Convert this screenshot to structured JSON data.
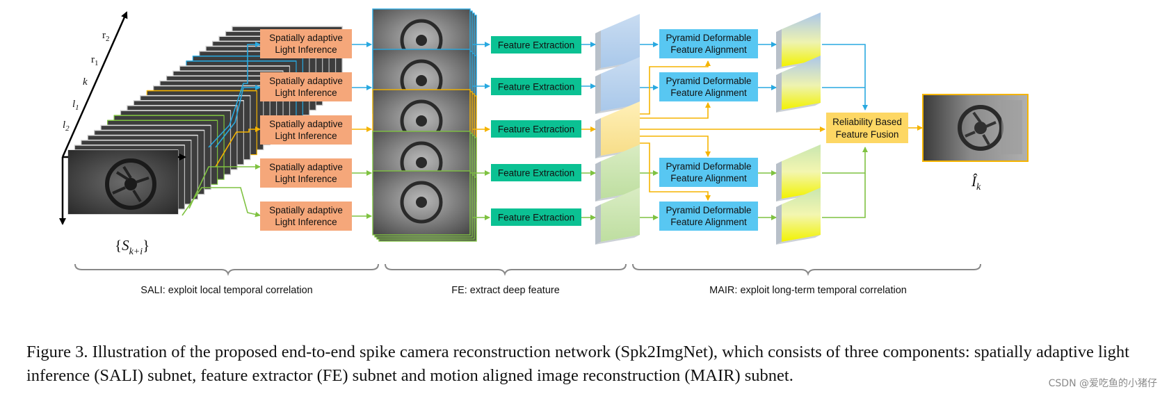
{
  "sali": {
    "label": "Spatially adaptive Light Inference"
  },
  "fe": {
    "label": "Feature Extraction"
  },
  "pdfa": {
    "label": "Pyramid Deformable Feature Alignment"
  },
  "fusion": {
    "label": "Reliability Based Feature Fusion"
  },
  "stack": {
    "tick_labels": [
      "r2",
      "r1",
      "k",
      "l1",
      "l2"
    ],
    "set_label": "{S_{k+i}}",
    "output_label": "Î_k"
  },
  "sections": [
    "SALI: exploit local temporal correlation",
    "FE: extract deep feature",
    "MAIR: exploit long-term temporal correlation"
  ],
  "caption": "Figure 3. Illustration of the proposed end-to-end spike camera reconstruction network (Spk2ImgNet), which consists of three components: spatially adaptive light inference (SALI) subnet, feature extractor (FE) subnet and motion aligned image reconstruction (MAIR) subnet.",
  "watermark": "CSDN @爱吃鱼的小猪仔",
  "colors": {
    "blue": "#29a9e0",
    "orange": "#f5b400",
    "green": "#7fc241",
    "sali_box": "#f5a77a",
    "fe_box": "#0bc193",
    "pdfa_box": "#58c7f2",
    "fusion_box": "#fdd764"
  }
}
